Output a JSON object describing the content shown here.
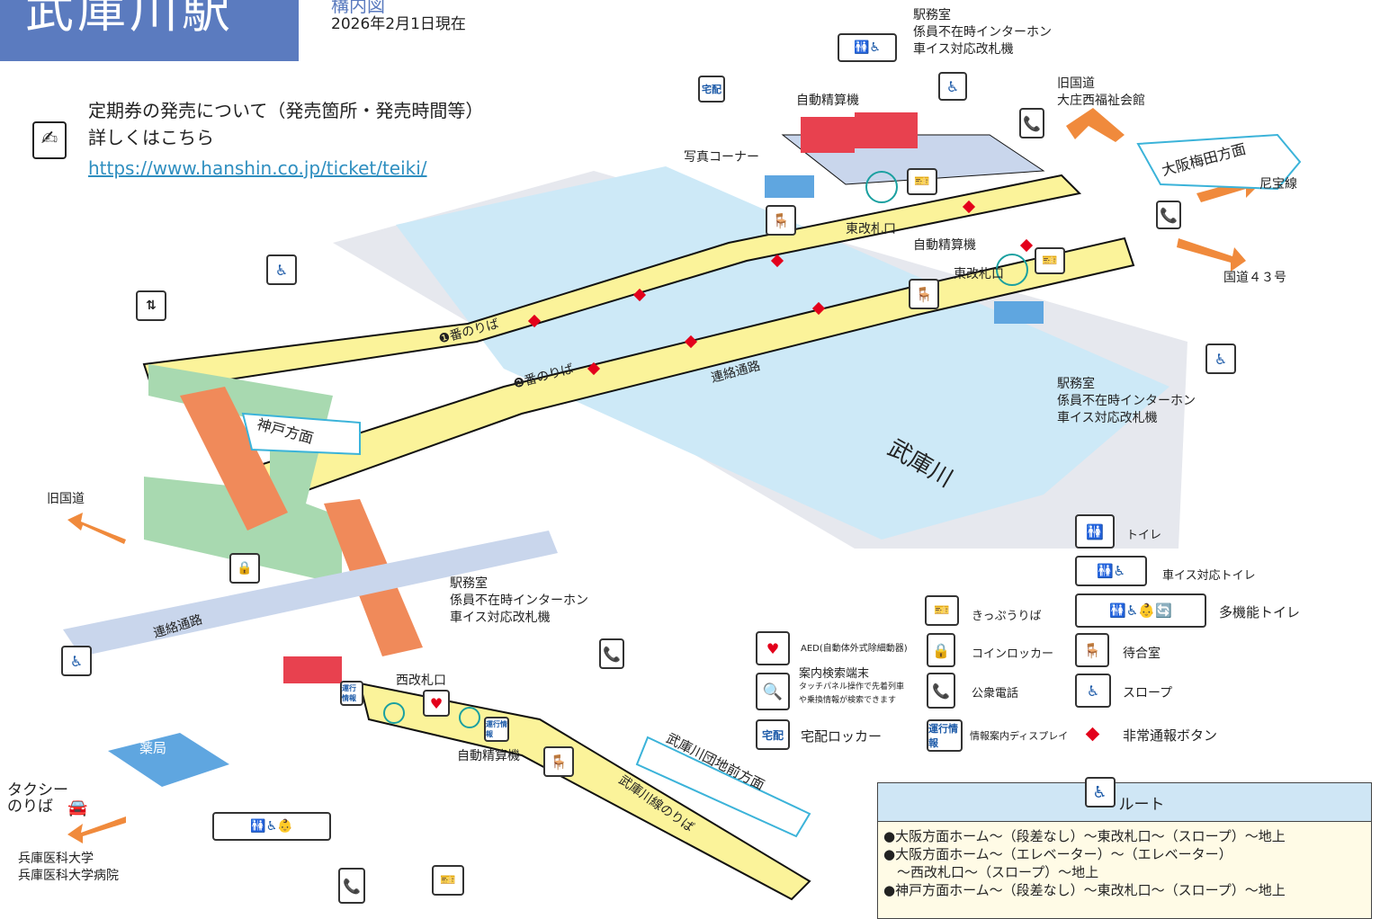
{
  "header": {
    "station_name": "武庫川駅",
    "date_top": "構内図",
    "as_of_date": "2026年2月1日現在"
  },
  "teiki": {
    "icon": "teiki-pass-icon",
    "line1": "定期券の発売について（発売箇所・発売時間等）",
    "line2": "詳しくはこちら",
    "url": "https://www.hanshin.co.jp/ticket/teiki/"
  },
  "map_labels": {
    "east_office": [
      "駅務室",
      "係員不在時インターホン",
      "車イス対応改札機"
    ],
    "kyu_kokudo_top": [
      "旧国道",
      "大庄西福祉会館"
    ],
    "jido_seisanki_top": "自動精算機",
    "shashin_corner": "写真コーナー",
    "osaka_umeda": "大阪梅田方面",
    "amagasaki_line": "尼宝線",
    "higashi_kaisatsu_1": "東改札口",
    "higashi_kaisatsu_2": "東改札口",
    "jido_seisanki_mid": "自動精算機",
    "kokudo43": "国道４３号",
    "platform1": "❶番のりば",
    "platform2": "❷番のりば",
    "renraku_tsuro_1": "連絡通路",
    "east_office_2": [
      "駅務室",
      "係員不在時インターホン",
      "車イス対応改札機"
    ],
    "kobe": "神戸方面",
    "mukogawa_river": "武庫川",
    "kyu_kokudo_left": "旧国道",
    "renraku_tsuro_2": "連絡通路",
    "west_office": [
      "駅務室",
      "係員不在時インターホン",
      "車イス対応改札機"
    ],
    "nishi_kaisatsu": "西改札口",
    "jido_seisanki_bottom": "自動精算機",
    "pharmacy": "薬局",
    "taxi": [
      "タクシー",
      "のりば"
    ],
    "hyogo_med": [
      "兵庫医科大学",
      "兵庫医科大学病院"
    ],
    "mukogawa_danchi": "武庫川団地前方面",
    "mukogawa_line_platform": "武庫川線のりば",
    "unko_info": "運行情報"
  },
  "legend": {
    "toilet": "トイレ",
    "wheelchair_toilet": "車イス対応トイレ",
    "multi_toilet": "多機能トイレ",
    "ticket": "きっぷうりば",
    "locker": "コインロッカー",
    "waiting": "待合室",
    "phone": "公衆電話",
    "slope": "スロープ",
    "aed": "AED(自動体外式除細動器)",
    "guide_terminal": [
      "案内検索端末",
      "タッチパネル操作で先着列車",
      "や乗換情報が検索できます"
    ],
    "takuhai": "宅配ロッカー",
    "unko_display": "情報案内ディスプレイ",
    "emergency": "非常通報ボタン"
  },
  "route": {
    "title": "ルート",
    "items": [
      "●大阪方面ホーム～（段差なし）～東改札口～（スロープ）～地上",
      "●大阪方面ホーム～（エレベーター）～（エレベーター）",
      "　～西改札口～（スロープ）～地上",
      "●神戸方面ホーム～（段差なし）～東改札口～（スロープ）～地上"
    ]
  },
  "colors": {
    "title_bg": "#5b7bbf",
    "platform": "#fbf39a",
    "concourse_green": "#a8d9b0",
    "stairs": "#f08a5a",
    "river": "#cde9f7",
    "ground": "#d8dde8",
    "emergency_red": "#e3001b",
    "arrow_orange": "#f08a3c"
  }
}
